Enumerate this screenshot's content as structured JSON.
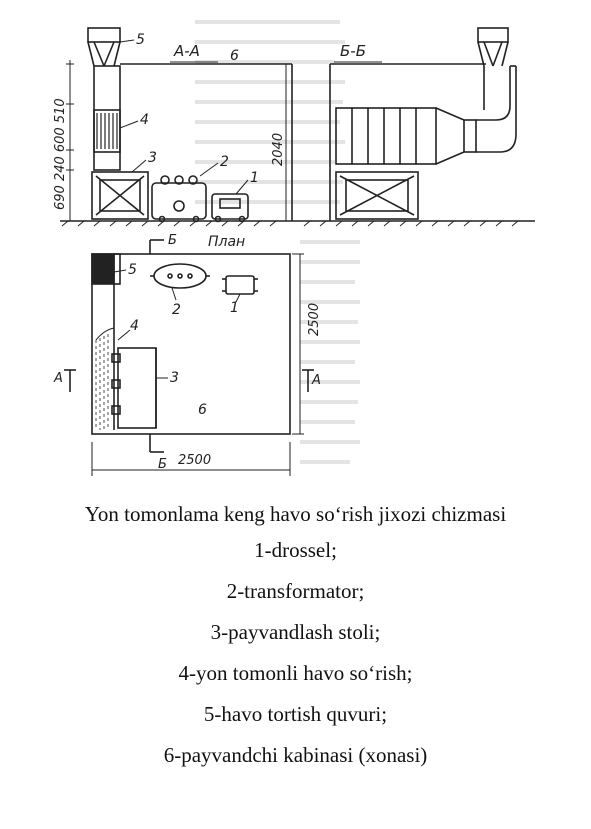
{
  "drawing": {
    "section_a_label": "А-А",
    "section_b_label": "Б-Б",
    "plan_label": "План",
    "height_dims": "690 240 600 510",
    "dim_2040": "2040",
    "dim_2500_v": "2500",
    "dim_2500_h": "2500",
    "mark_a_left": "А",
    "mark_a_right": "А",
    "mark_b_top": "Б",
    "mark_b_bottom": "Б",
    "numbers": {
      "n1": "1",
      "n2": "2",
      "n3": "3",
      "n4": "4",
      "n5": "5",
      "n6": "6"
    }
  },
  "caption": {
    "title": "Yon tomonlama keng havo so‘rish jixozi chizmasi",
    "items": [
      "1-drossel;",
      "2-transformator;",
      "3-payvandlash stoli;",
      "4-yon tomonli havo so‘rish;",
      "5-havo tortish quvuri;",
      "6-payvandchi kabinasi (xonasi)"
    ]
  }
}
